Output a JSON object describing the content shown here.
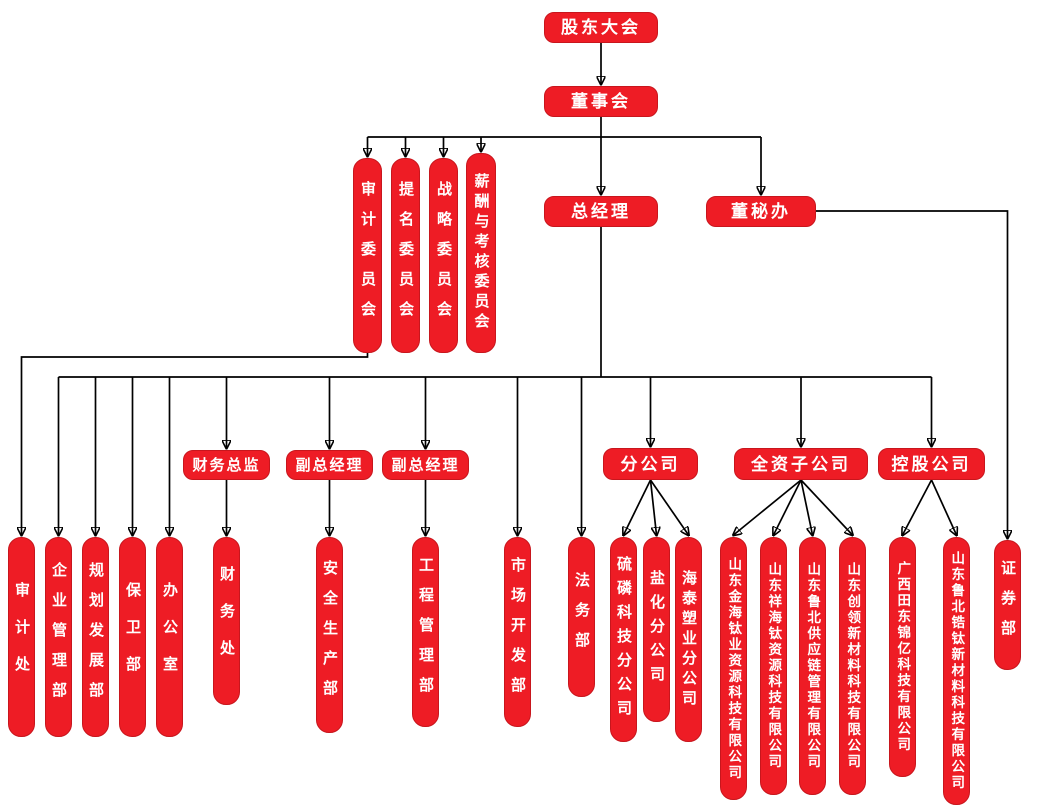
{
  "colors": {
    "node_fill": "#ee1c25",
    "node_border": "#c8161d",
    "node_text": "#ffffff",
    "connector": "#000000",
    "background": "#ffffff"
  },
  "nodes": {
    "shareholders": "股东大会",
    "board": "董事会",
    "audit_committee": "审计委员会",
    "nomination_committee": "提名委员会",
    "strategy_committee": "战略委员会",
    "compensation_committee": "薪酬与考核委员会",
    "general_manager": "总经理",
    "board_secretary_office": "董秘办",
    "cfo": "财务总监",
    "deputy_gm_1": "副总经理",
    "deputy_gm_2": "副总经理",
    "branch_companies": "分公司",
    "wholly_owned_subsidiaries": "全资子公司",
    "holding_companies": "控股公司",
    "audit_office": "审计处",
    "enterprise_management": "企业管理部",
    "planning_development": "规划发展部",
    "security_dept": "保卫部",
    "general_office": "办公室",
    "finance_office": "财务处",
    "safety_production": "安全生产部",
    "engineering_management": "工程管理部",
    "market_development": "市场开发部",
    "legal_dept": "法务部",
    "sulfur_phosphorus_branch": "硫磷科技分公司",
    "salt_chemical_branch": "盐化分公司",
    "haitai_plastics_branch": "海泰塑业分公司",
    "jinhai_titanium": "山东金海钛业资源科技有限公司",
    "xianghai_titanium": "山东祥海钛资源科技有限公司",
    "lubei_supply_chain": "山东鲁北供应链管理有限公司",
    "chuangling_materials": "山东创领新材料科技有限公司",
    "guangxi_jinyi": "广西田东锦亿科技有限公司",
    "lubei_zirconium_titanium": "山东鲁北锆钛新材料科技有限公司",
    "securities_dept": "证券部"
  },
  "edges": [
    {
      "from": "shareholders",
      "to": "board"
    },
    {
      "from": "board",
      "to": "audit_committee"
    },
    {
      "from": "board",
      "to": "nomination_committee"
    },
    {
      "from": "board",
      "to": "strategy_committee"
    },
    {
      "from": "board",
      "to": "compensation_committee"
    },
    {
      "from": "board",
      "to": "general_manager"
    },
    {
      "from": "board",
      "to": "board_secretary_office"
    },
    {
      "from": "audit_committee",
      "to": "audit_office"
    },
    {
      "from": "general_manager",
      "to": "enterprise_management"
    },
    {
      "from": "general_manager",
      "to": "planning_development"
    },
    {
      "from": "general_manager",
      "to": "security_dept"
    },
    {
      "from": "general_manager",
      "to": "general_office"
    },
    {
      "from": "general_manager",
      "to": "cfo"
    },
    {
      "from": "general_manager",
      "to": "deputy_gm_1"
    },
    {
      "from": "general_manager",
      "to": "deputy_gm_2"
    },
    {
      "from": "general_manager",
      "to": "market_development"
    },
    {
      "from": "general_manager",
      "to": "legal_dept"
    },
    {
      "from": "general_manager",
      "to": "branch_companies"
    },
    {
      "from": "general_manager",
      "to": "wholly_owned_subsidiaries"
    },
    {
      "from": "general_manager",
      "to": "holding_companies"
    },
    {
      "from": "cfo",
      "to": "finance_office"
    },
    {
      "from": "deputy_gm_1",
      "to": "safety_production"
    },
    {
      "from": "deputy_gm_2",
      "to": "engineering_management"
    },
    {
      "from": "branch_companies",
      "to": "sulfur_phosphorus_branch"
    },
    {
      "from": "branch_companies",
      "to": "salt_chemical_branch"
    },
    {
      "from": "branch_companies",
      "to": "haitai_plastics_branch"
    },
    {
      "from": "wholly_owned_subsidiaries",
      "to": "jinhai_titanium"
    },
    {
      "from": "wholly_owned_subsidiaries",
      "to": "xianghai_titanium"
    },
    {
      "from": "wholly_owned_subsidiaries",
      "to": "lubei_supply_chain"
    },
    {
      "from": "wholly_owned_subsidiaries",
      "to": "chuangling_materials"
    },
    {
      "from": "holding_companies",
      "to": "guangxi_jinyi"
    },
    {
      "from": "holding_companies",
      "to": "lubei_zirconium_titanium"
    },
    {
      "from": "board_secretary_office",
      "to": "securities_dept"
    }
  ]
}
